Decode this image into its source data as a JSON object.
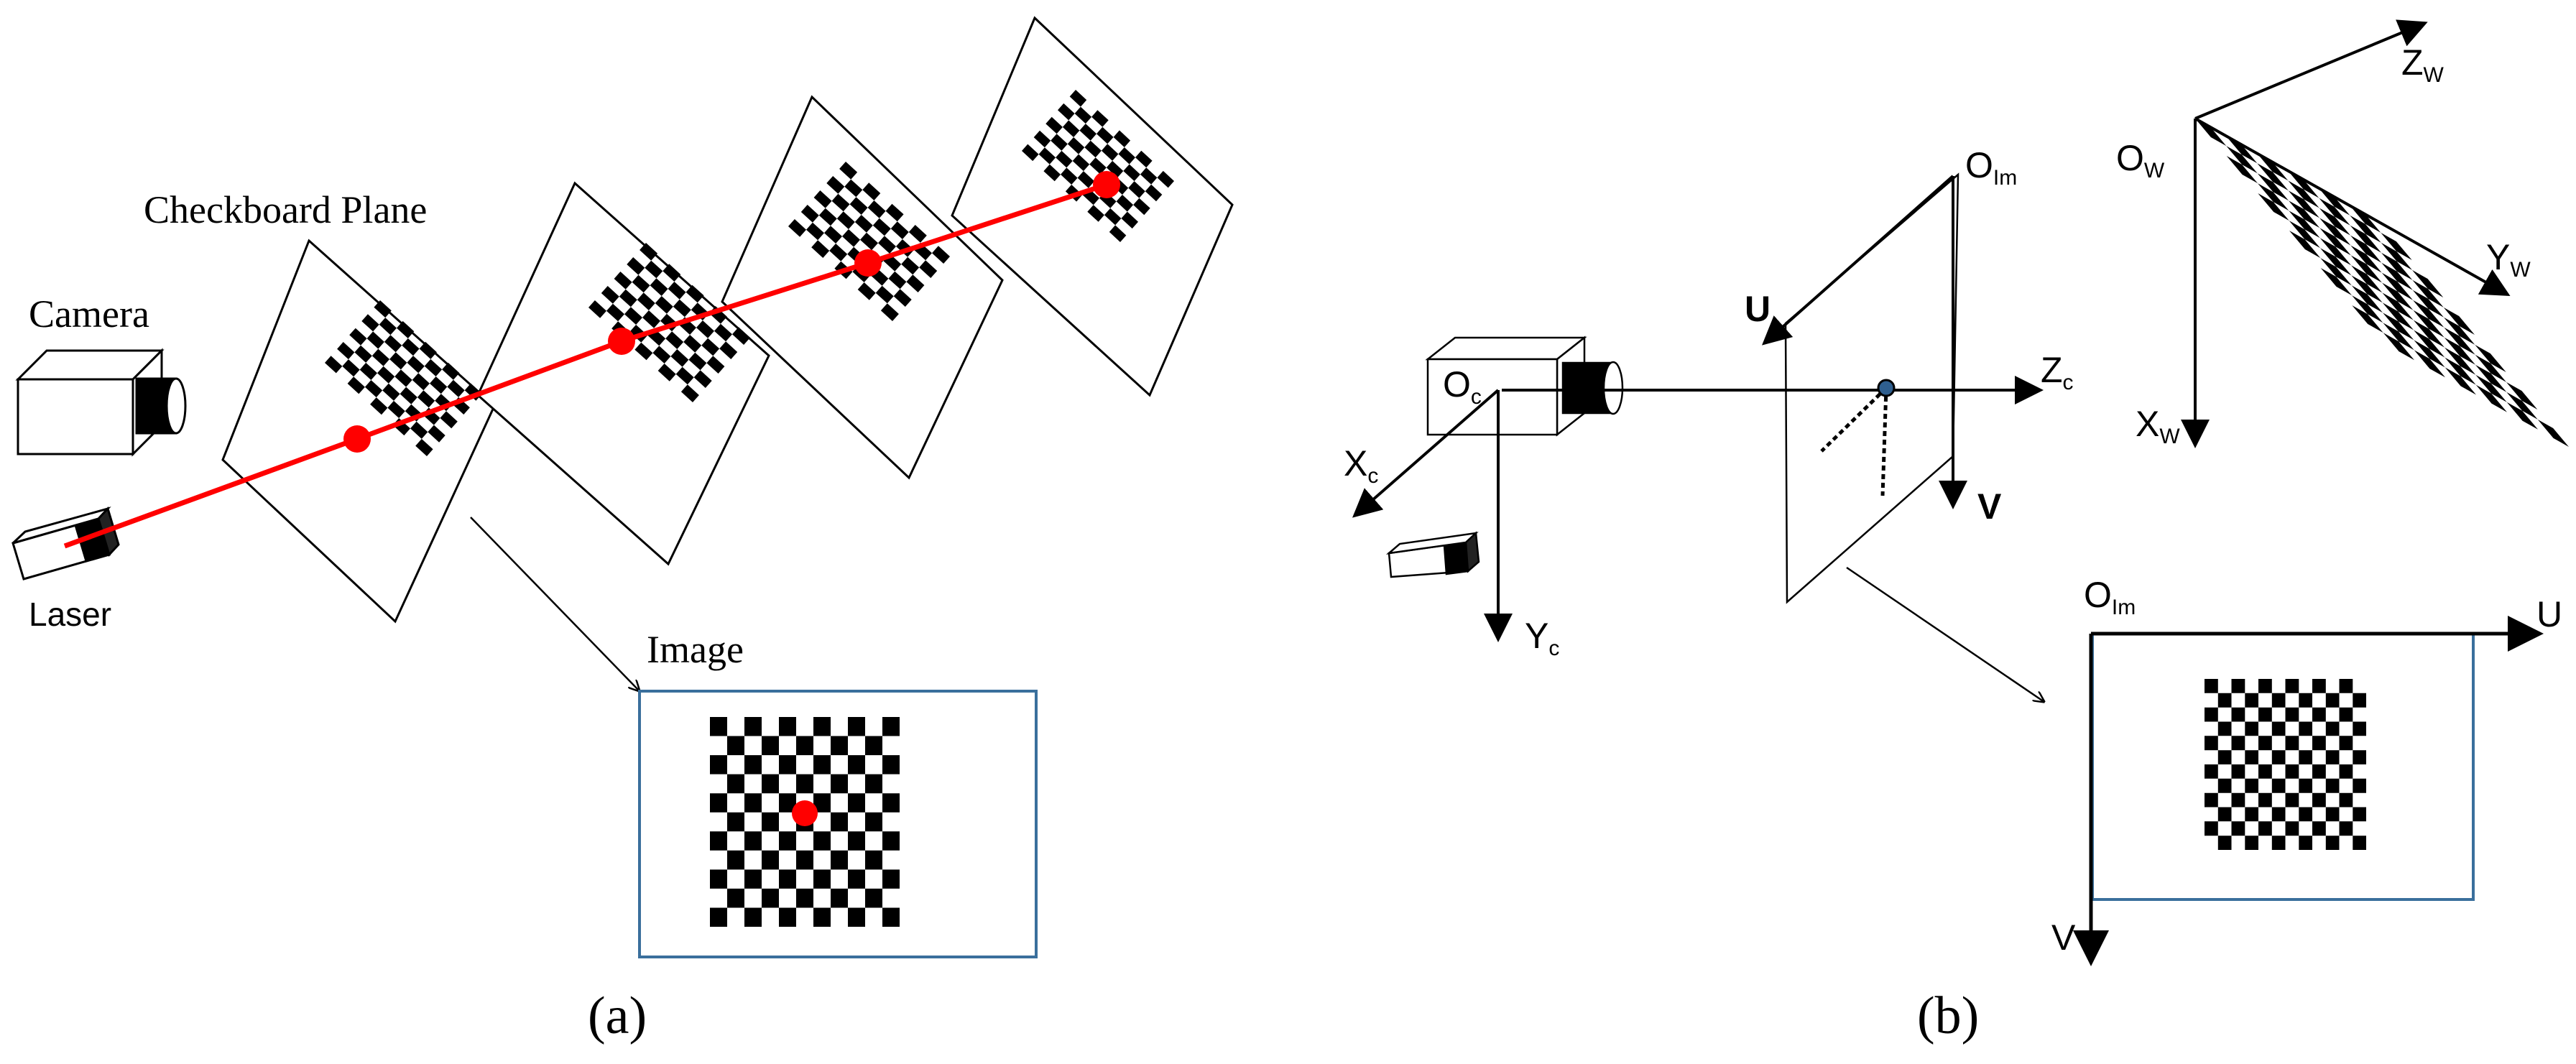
{
  "panel_a": {
    "label_camera": "Camera",
    "label_laser": "Laser",
    "label_checkboard_plane": "Checkboard Plane",
    "label_image": "Image",
    "caption": "(a)",
    "colors": {
      "laser_beam": "#ff0000",
      "image_frame": "#3a6f9c"
    }
  },
  "panel_b": {
    "origin_camera": {
      "main": "O",
      "sub": "c"
    },
    "axis_xc": {
      "main": "X",
      "sub": "c"
    },
    "axis_yc": {
      "main": "Y",
      "sub": "c"
    },
    "axis_zc": {
      "main": "Z",
      "sub": "c"
    },
    "plane_origin": {
      "main": "O",
      "sub": "Im"
    },
    "plane_u": "U",
    "plane_v": "V",
    "world_origin": {
      "main": "O",
      "sub": "W"
    },
    "axis_xw": {
      "main": "X",
      "sub": "W"
    },
    "axis_yw": {
      "main": "Y",
      "sub": "W"
    },
    "axis_zw": {
      "main": "Z",
      "sub": "W"
    },
    "image_origin": {
      "main": "O",
      "sub": "Im"
    },
    "image_u": "U",
    "image_v": "V",
    "caption": "(b)",
    "colors": {
      "image_frame": "#3a6f9c",
      "principal_point": "#2f5f8f"
    }
  }
}
